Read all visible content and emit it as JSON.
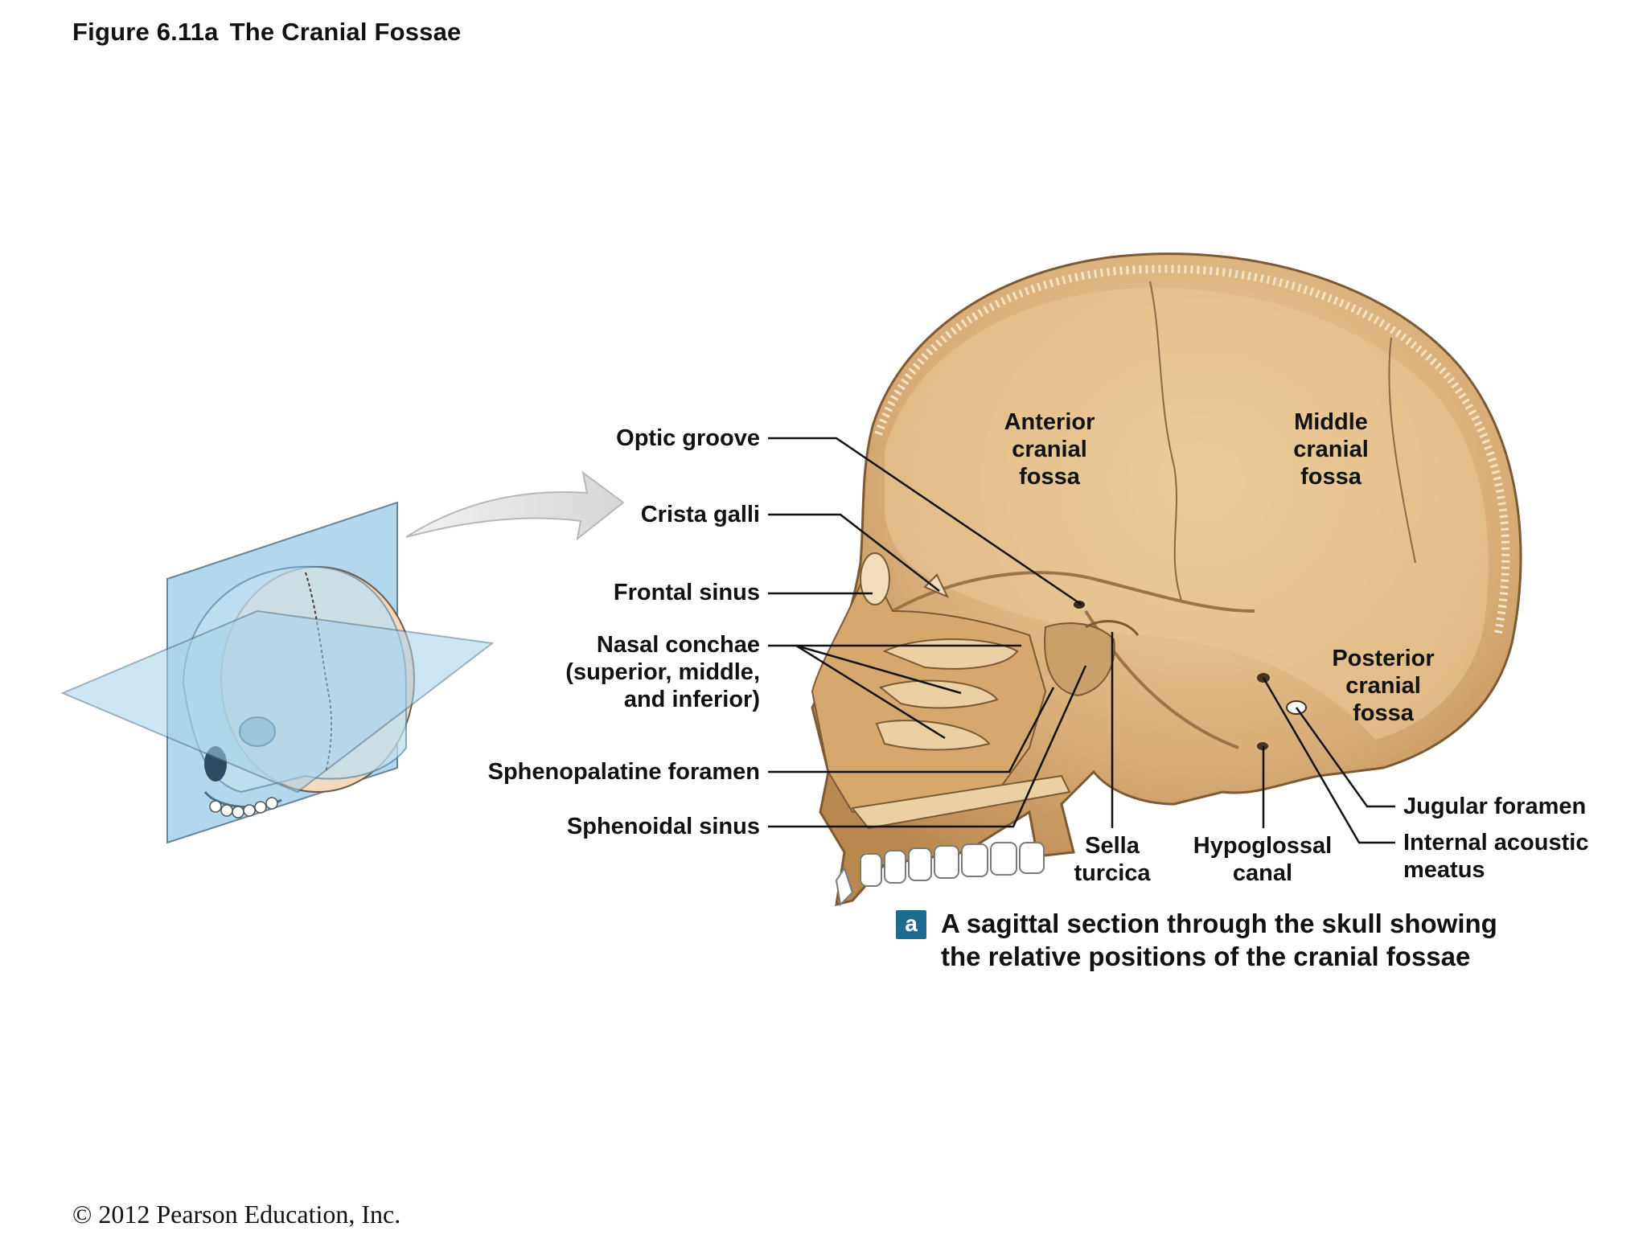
{
  "header": {
    "figure_number": "Figure 6.11a",
    "figure_title": "The Cranial Fossae"
  },
  "labels": {
    "optic_groove": "Optic groove",
    "crista_galli": "Crista galli",
    "frontal_sinus": "Frontal sinus",
    "nasal_conchae_1": "Nasal conchae",
    "nasal_conchae_2": "(superior, middle,",
    "nasal_conchae_3": "and inferior)",
    "sphenopalatine_foramen": "Sphenopalatine foramen",
    "sphenoidal_sinus": "Sphenoidal sinus",
    "anterior_fossa_1": "Anterior",
    "anterior_fossa_2": "cranial",
    "anterior_fossa_3": "fossa",
    "middle_fossa_1": "Middle",
    "middle_fossa_2": "cranial",
    "middle_fossa_3": "fossa",
    "posterior_fossa_1": "Posterior",
    "posterior_fossa_2": "cranial",
    "posterior_fossa_3": "fossa",
    "sella_turcica_1": "Sella",
    "sella_turcica_2": "turcica",
    "hypoglossal_canal_1": "Hypoglossal",
    "hypoglossal_canal_2": "canal",
    "jugular_foramen": "Jugular foramen",
    "internal_acoustic_1": "Internal acoustic",
    "internal_acoustic_2": "meatus"
  },
  "caption": {
    "badge": "a",
    "line1": "A sagittal section through the skull showing",
    "line2": "the relative positions of the cranial fossae"
  },
  "footer": {
    "copyright": "© 2012 Pearson Education, Inc."
  },
  "colors": {
    "bone": "#d9b07e",
    "bone_light": "#ecd0a4",
    "bone_dark": "#b48550",
    "plane": "#a6d2ec",
    "badge": "#1f6b8f"
  }
}
